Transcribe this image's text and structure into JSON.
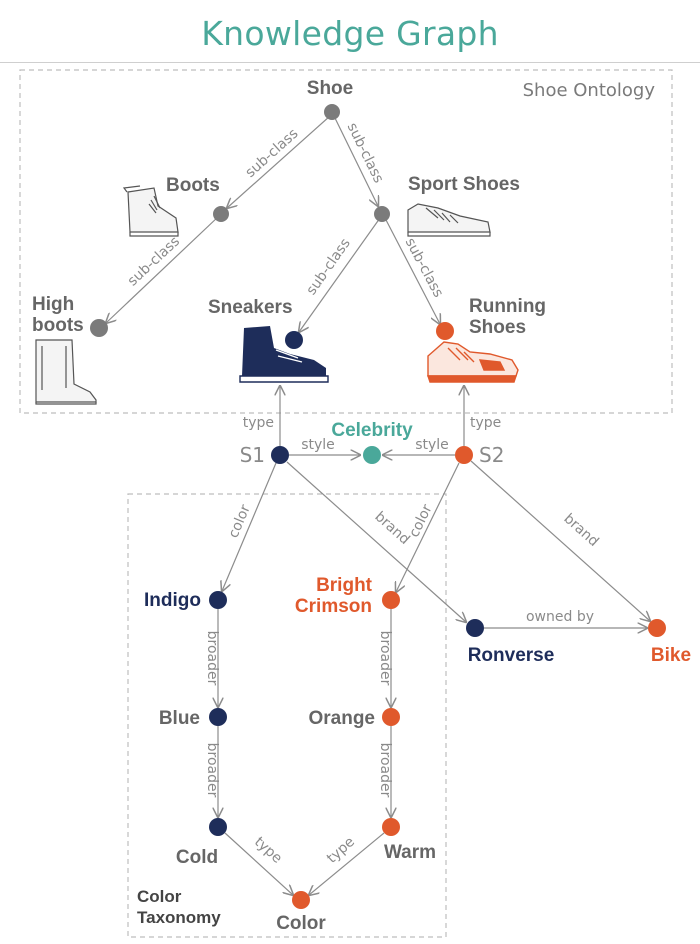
{
  "title": "Knowledge Graph",
  "groups": {
    "shoe_ontology": "Shoe Ontology",
    "color_taxonomy_line1": "Color",
    "color_taxonomy_line2": "Taxonomy"
  },
  "nodes": {
    "shoe": "Shoe",
    "boots": "Boots",
    "sport_shoes": "Sport Shoes",
    "high_boots_line1": "High",
    "high_boots_line2": "boots",
    "sneakers": "Sneakers",
    "running_shoes_line1": "Running",
    "running_shoes_line2": "Shoes",
    "s1": "S1",
    "s2": "S2",
    "celebrity": "Celebrity",
    "indigo": "Indigo",
    "bright_crimson_line1": "Bright",
    "bright_crimson_line2": "Crimson",
    "ronverse": "Ronverse",
    "bike": "Bike",
    "blue": "Blue",
    "orange": "Orange",
    "cold": "Cold",
    "warm": "Warm",
    "color": "Color"
  },
  "edges": {
    "shoe_boots": "sub-class",
    "shoe_sport": "sub-class",
    "boots_high": "sub-class",
    "sport_sneakers": "sub-class",
    "sport_running": "sub-class",
    "s1_type": "type",
    "s2_type": "type",
    "s1_style": "style",
    "s2_style": "style",
    "s1_color": "color",
    "s1_brand": "brand",
    "s2_color": "color",
    "s2_brand": "brand",
    "owned_by": "owned by",
    "indigo_blue": "broader",
    "blue_cold": "broader",
    "crimson_orange": "broader",
    "orange_warm": "broader",
    "cold_color": "type",
    "warm_color": "type"
  },
  "colors": {
    "teal": "#4aa89a",
    "navy": "#1e2d5a",
    "orange": "#e0592c",
    "gray_node": "#7b7b7b",
    "edge": "#8c8c8c"
  },
  "icons": [
    "boot-icon",
    "sport-shoe-icon",
    "high-boot-icon",
    "sneaker-icon",
    "running-shoe-icon"
  ]
}
